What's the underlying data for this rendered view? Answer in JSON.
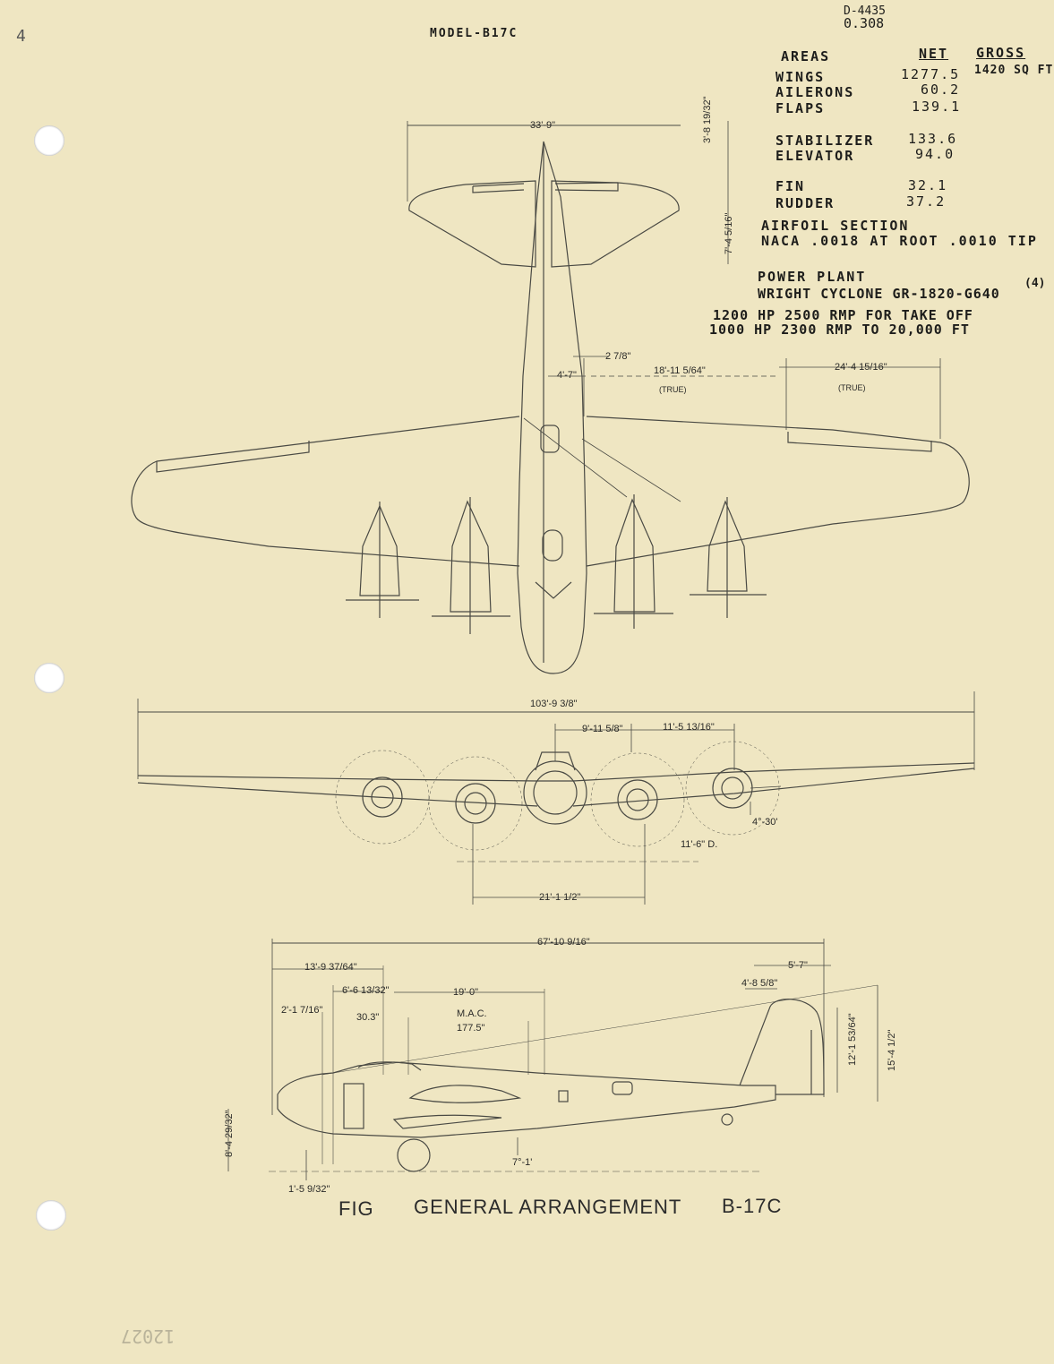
{
  "header": {
    "model": "MODEL-B17C",
    "drawing_no": "D-4435",
    "scale_no": "0.308",
    "margin_mark": "4"
  },
  "areas": {
    "title": "AREAS",
    "net_header": "NET",
    "gross_header": "GROSS",
    "rows": [
      {
        "name": "WINGS",
        "net": "1277.5",
        "gross": "1420 SQ FT"
      },
      {
        "name": "AILERONS",
        "net": "60.2",
        "gross": ""
      },
      {
        "name": "FLAPS",
        "net": "139.1",
        "gross": ""
      },
      {
        "name": "STABILIZER",
        "net": "133.6",
        "gross": ""
      },
      {
        "name": "ELEVATOR",
        "net": "94.0",
        "gross": ""
      },
      {
        "name": "FIN",
        "net": "32.1",
        "gross": ""
      },
      {
        "name": "RUDDER",
        "net": "37.2",
        "gross": ""
      }
    ]
  },
  "airfoil": {
    "title": "AIRFOIL SECTION",
    "value": "NACA .0018 AT ROOT .0010 TIP"
  },
  "powerplant": {
    "title": "POWER PLANT",
    "engine": "WRIGHT CYCLONE GR-1820-G640",
    "count": "(4)",
    "takeoff": "1200 HP 2500 RMP FOR TAKE OFF",
    "rated": "1000 HP 2300 RMP TO 20,000 FT"
  },
  "plan_dims": {
    "stab_span": "33'-9\"",
    "tail_len": "3'-8 19/32\"",
    "stab_chord": "7'-4 5/16\"",
    "fus_width": "4'-7\"",
    "offset": "2 7/8\"",
    "inboard_true": "18'-11 5/64\"",
    "outboard_true": "24'-4 15/16\"",
    "true_label": "(TRUE)"
  },
  "front_dims": {
    "span": "103'-9 3/8\"",
    "eng_in": "9'-11 5/8\"",
    "eng_out": "11'-5 13/16\"",
    "dihedral": "4°-30'",
    "prop_dia": "11'-6\" D.",
    "tread": "21'-1 1/2\""
  },
  "side_dims": {
    "length": "67'-10 9/16\"",
    "nose_to_le": "13'-9 37/64\"",
    "d1": "6'-6 13/32\"",
    "d2": "19'-0\"",
    "d3": "2'-1 7/16\"",
    "pct": "30.3\"",
    "mac_label": "M.A.C.",
    "mac_value": "177.5\"",
    "fin_off": "5'-7\"",
    "rudder": "4'-8 5/8\"",
    "fin_h": "12'-1 53/64\"",
    "height": "15'-4 1/2\"",
    "gear_h": "8'-4 29/32\"",
    "ground": "1'-5 9/32\"",
    "angle": "7°-1'"
  },
  "caption": {
    "fig": "FIG",
    "title": "GENERAL ARRANGEMENT",
    "model": "B-17C"
  },
  "stamp": "12027"
}
